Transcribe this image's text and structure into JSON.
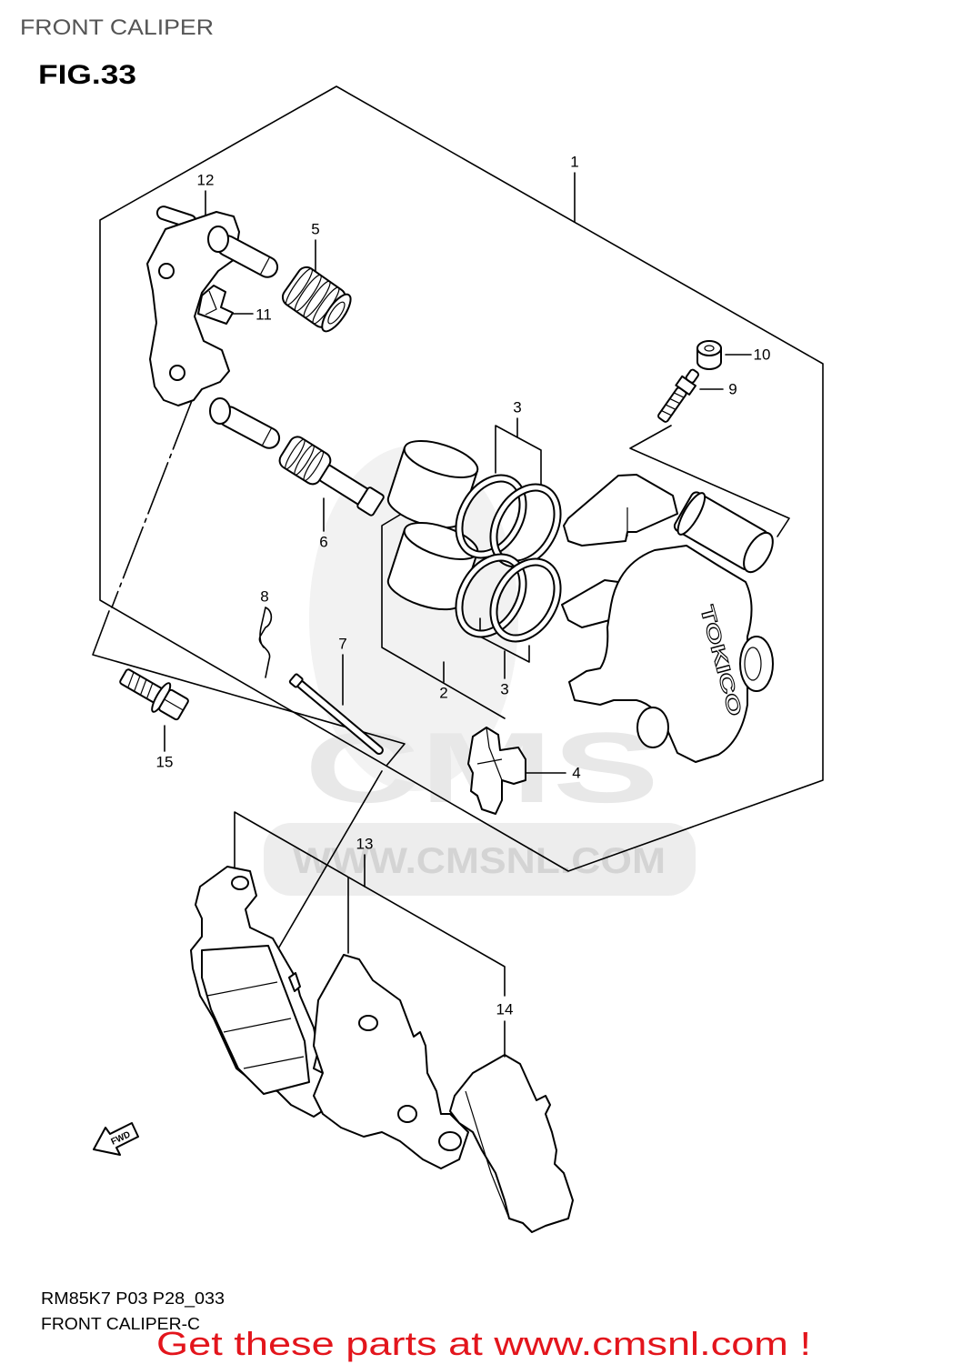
{
  "header": {
    "title": "FRONT CALIPER",
    "figure": "FIG.33"
  },
  "callouts": [
    "1",
    "12",
    "5",
    "11",
    "10",
    "9",
    "3",
    "6",
    "8",
    "7",
    "3",
    "2",
    "4",
    "15",
    "13",
    "14"
  ],
  "markings": {
    "caliper_brand": "TOKICO",
    "direction": "FWD"
  },
  "watermark": {
    "logo": "CMS",
    "url": "WWW.CMSNL.COM"
  },
  "footer": {
    "code": "RM85K7 P03 P28_033",
    "caption": "FRONT CALIPER-C",
    "promo": "Get these parts at www.cmsnl.com !"
  },
  "colors": {
    "line": "#000000",
    "title": "#555555",
    "promo": "#e3151c",
    "watermark": "#e8e8e8",
    "watermark_text": "#d4d4d4"
  }
}
